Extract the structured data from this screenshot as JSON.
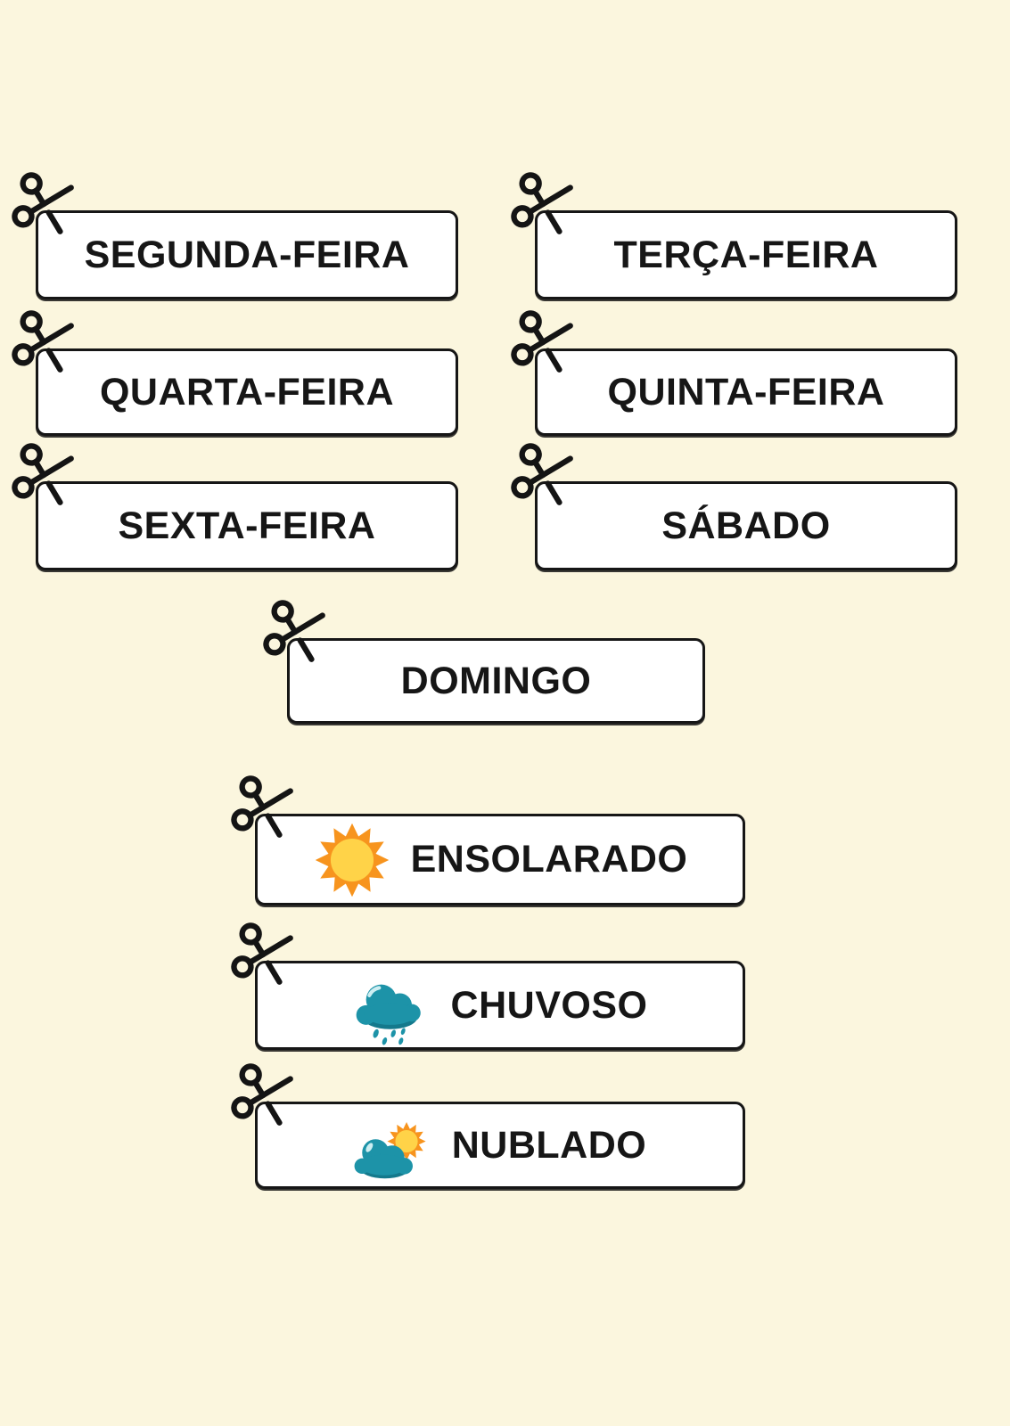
{
  "page": {
    "background_color": "#FBF6DE",
    "card_background_color": "#FFFFFF",
    "card_border_color": "#161616",
    "text_color": "#161616",
    "language": "pt-BR"
  },
  "day_cards": [
    {
      "label": "SEGUNDA-FEIRA"
    },
    {
      "label": "TERÇA-FEIRA"
    },
    {
      "label": "QUARTA-FEIRA"
    },
    {
      "label": "QUINTA-FEIRA"
    },
    {
      "label": "SEXTA-FEIRA"
    },
    {
      "label": "SÁBADO"
    },
    {
      "label": "DOMINGO"
    }
  ],
  "weather_cards": [
    {
      "label": "ENSOLARADO",
      "icon": "sun-icon",
      "icon_colors": {
        "rays": "#F7941E",
        "center": "#FFD348"
      }
    },
    {
      "label": "CHUVOSO",
      "icon": "rain-cloud-icon",
      "icon_colors": {
        "cloud": "#1D93A8",
        "cloud_shadow": "#14798C",
        "highlight": "#CDEEF2"
      }
    },
    {
      "label": "NUBLADO",
      "icon": "sun-behind-cloud-icon",
      "icon_colors": {
        "cloud": "#1D93A8",
        "cloud_shadow": "#14798C",
        "rays": "#F7941E",
        "center": "#FFD348"
      }
    }
  ],
  "cut_marker": {
    "icon": "scissors-icon",
    "color": "#141414"
  }
}
